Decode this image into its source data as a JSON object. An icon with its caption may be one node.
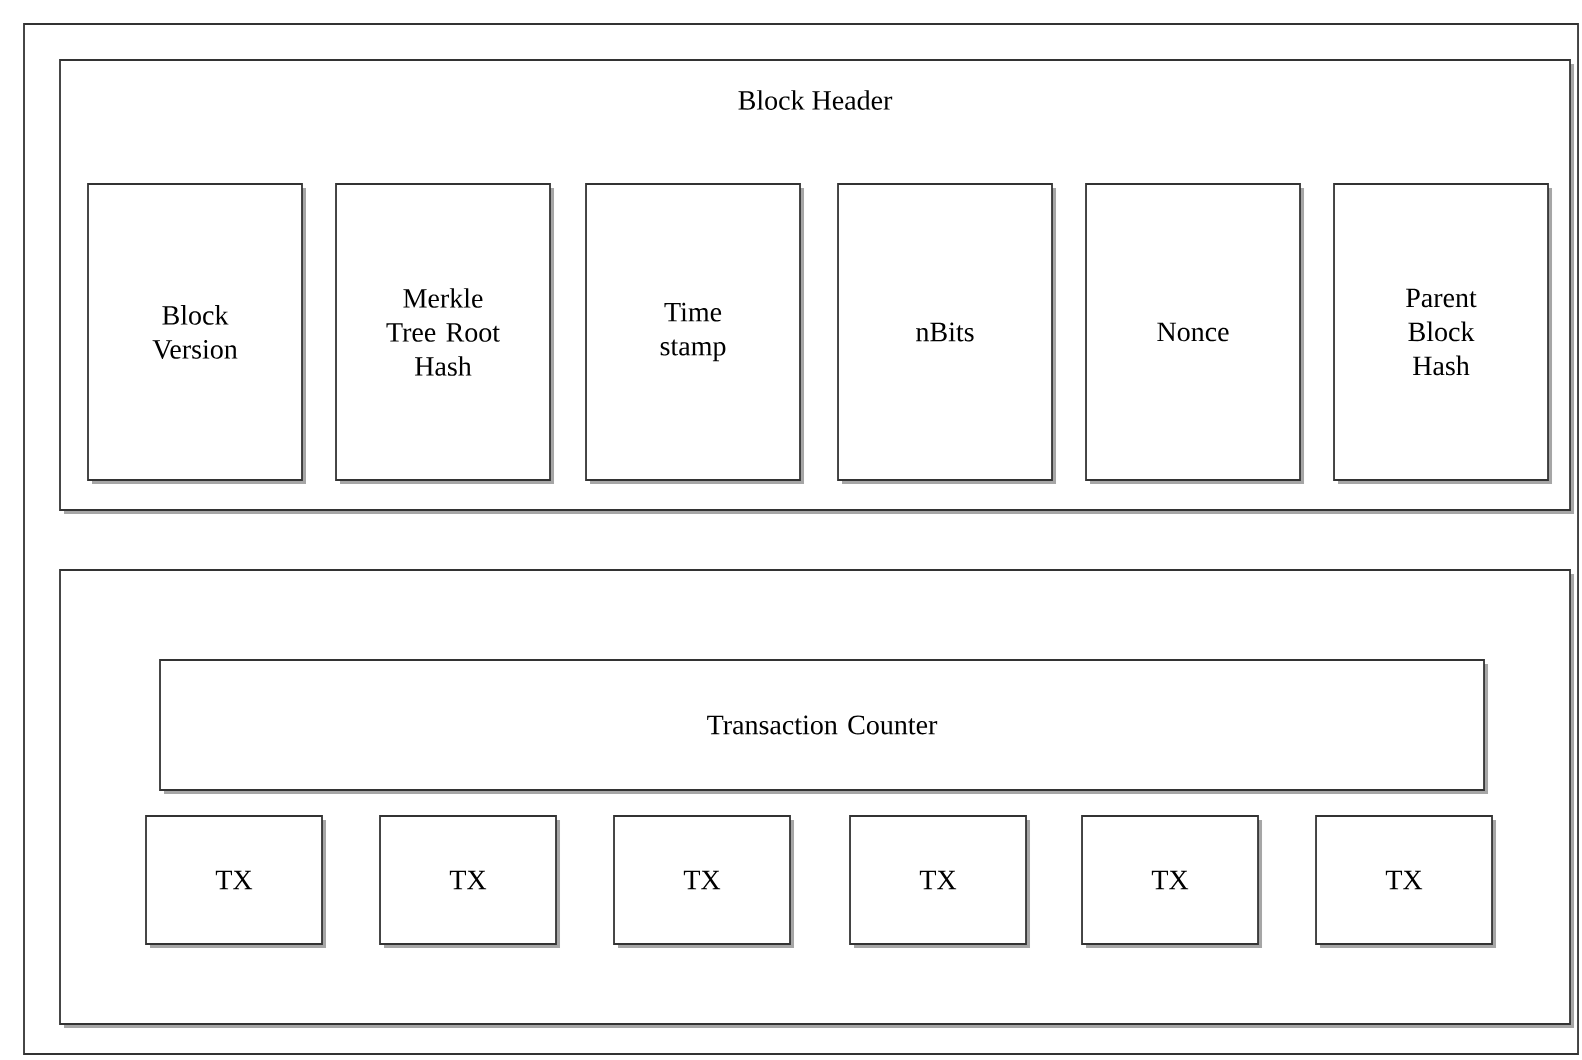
{
  "diagram": {
    "nodes": [
      {
        "text": [],
        "shape": "box"
      },
      {
        "text": [
          "Block Header"
        ],
        "in": 0
      },
      {
        "text": [
          "Block Version"
        ],
        "in": 1
      },
      {
        "text": [
          "Merkle Tree Root Hash"
        ],
        "in": 1
      },
      {
        "text": [
          "Time stamp"
        ],
        "in": 1
      },
      {
        "text": [
          "nBits"
        ],
        "in": 1
      },
      {
        "text": [
          "Nonce"
        ],
        "in": 1
      },
      {
        "text": [
          "Parent Block Hash"
        ],
        "in": 1
      },
      {
        "text": [],
        "shape": "box",
        "in": 0
      },
      {
        "text": [
          "Transaction Counter"
        ],
        "in": 8
      },
      {
        "text": [
          "TX"
        ],
        "in": 8
      },
      {
        "text": [
          "TX"
        ],
        "in": 8
      },
      {
        "text": [
          "TX"
        ],
        "in": 8
      },
      {
        "text": [
          "TX"
        ],
        "in": 8
      },
      {
        "text": [
          "TX"
        ],
        "in": 8
      },
      {
        "text": [
          "TX"
        ],
        "in": 8
      }
    ]
  }
}
